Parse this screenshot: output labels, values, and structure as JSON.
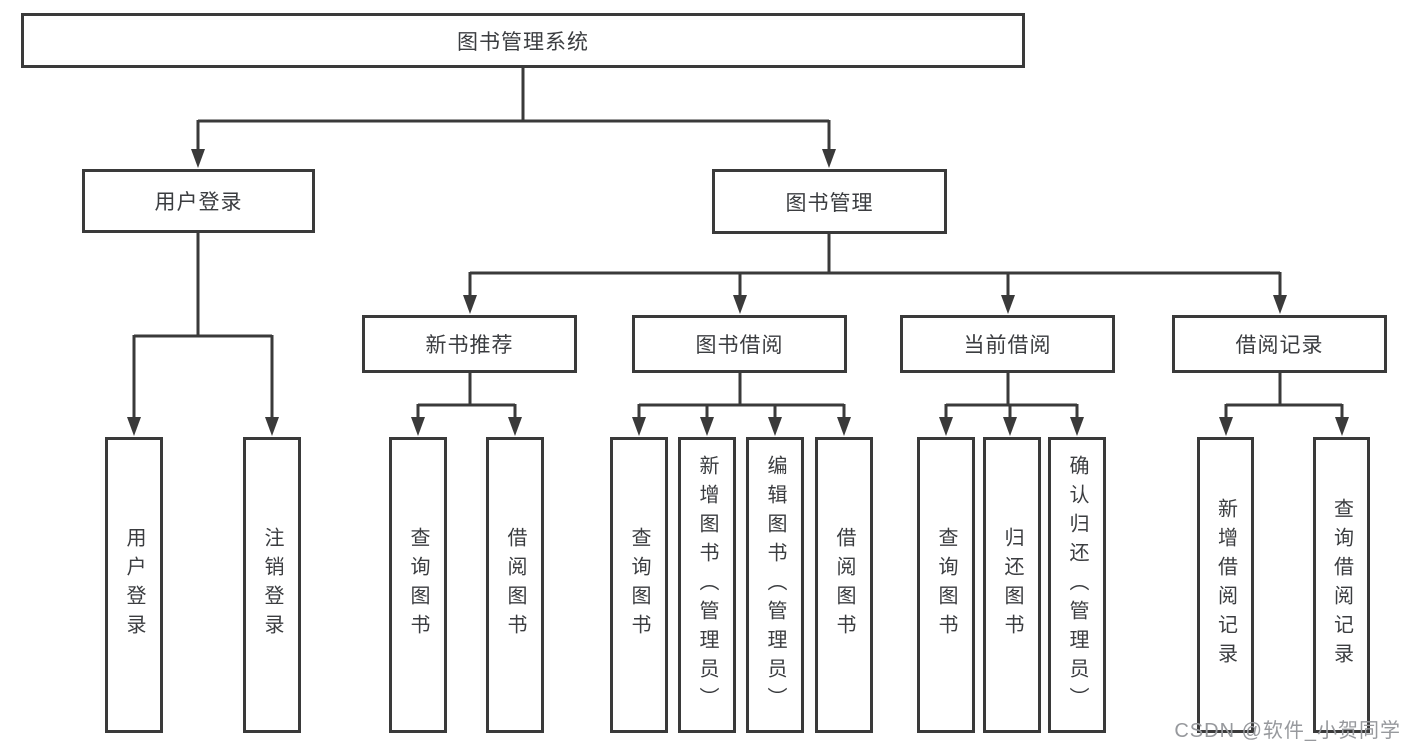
{
  "diagram": {
    "root": "图书管理系统",
    "level2": [
      "用户登录",
      "图书管理"
    ],
    "level3": [
      "新书推荐",
      "图书借阅",
      "当前借阅",
      "借阅记录"
    ],
    "userLoginChildren": [
      "用户登录",
      "注销登录"
    ],
    "newBookChildren": [
      "查询图书",
      "借阅图书"
    ],
    "bookBorrowChildren": [
      "查询图书",
      "新增图书（管理员）",
      "编辑图书（管理员）",
      "借阅图书"
    ],
    "currentBorrowChildren": [
      "查询图书",
      "归还图书",
      "确认归还（管理员）"
    ],
    "borrowRecordChildren": [
      "新增借阅记录",
      "查询借阅记录"
    ]
  },
  "watermark": "CSDN @软件_小贺同学",
  "colors": {
    "line": "#3a3a3a",
    "text": "#3b3d40",
    "watermark": "#97999d",
    "background": "#ffffff"
  }
}
